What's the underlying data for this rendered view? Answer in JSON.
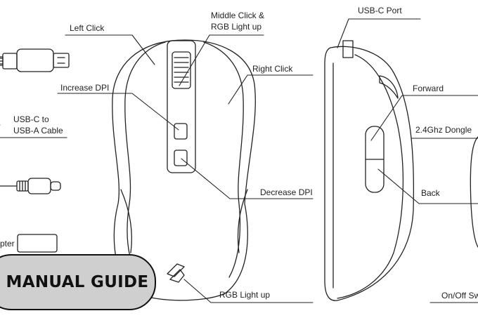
{
  "labels": {
    "left_click": "Left Click",
    "middle_click_line1": "Middle Click &",
    "middle_click_line2": "RGB Light up",
    "right_click": "Right Click",
    "increase_dpi": "Increase DPI",
    "decrease_dpi": "Decrease DPI",
    "rgb_light_up": "RGB Light up",
    "usb_c_to": "USB-C to",
    "usb_a_cable": "USB-A Cable",
    "adapter_partial": "pter",
    "usb_c_port": "USB-C Port",
    "forward": "Forward",
    "dongle": "2.4Ghz Dongle",
    "back": "Back",
    "on_off_partial": "On/Off Sw"
  },
  "badge": {
    "text": "MANUAL GUIDE"
  },
  "colors": {
    "line": "#222222",
    "badge_fill": "#cfcfcf",
    "badge_border": "#111111"
  }
}
